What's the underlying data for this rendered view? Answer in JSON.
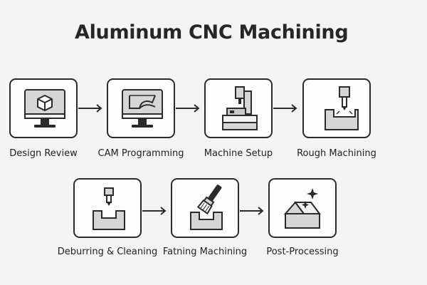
{
  "title": "Aluminum CNC Machining",
  "steps": [
    {
      "label": "Design Review",
      "icon": "monitor-cube-icon"
    },
    {
      "label": "CAM Programming",
      "icon": "monitor-toolpath-icon"
    },
    {
      "label": "Machine Setup",
      "icon": "cnc-machine-icon"
    },
    {
      "label": "Rough Machining",
      "icon": "end-mill-cutting-block-icon"
    },
    {
      "label": "Deburring & Cleaning",
      "icon": "tool-over-part-icon"
    },
    {
      "label": "Fatning Machining",
      "icon": "brush-on-part-icon"
    },
    {
      "label": "Post-Processing",
      "icon": "finished-part-sparkle-icon"
    }
  ],
  "colors": {
    "outline": "#2b2b2b",
    "fill_gray": "#c9c9c9",
    "background": "#f4f4f4"
  }
}
